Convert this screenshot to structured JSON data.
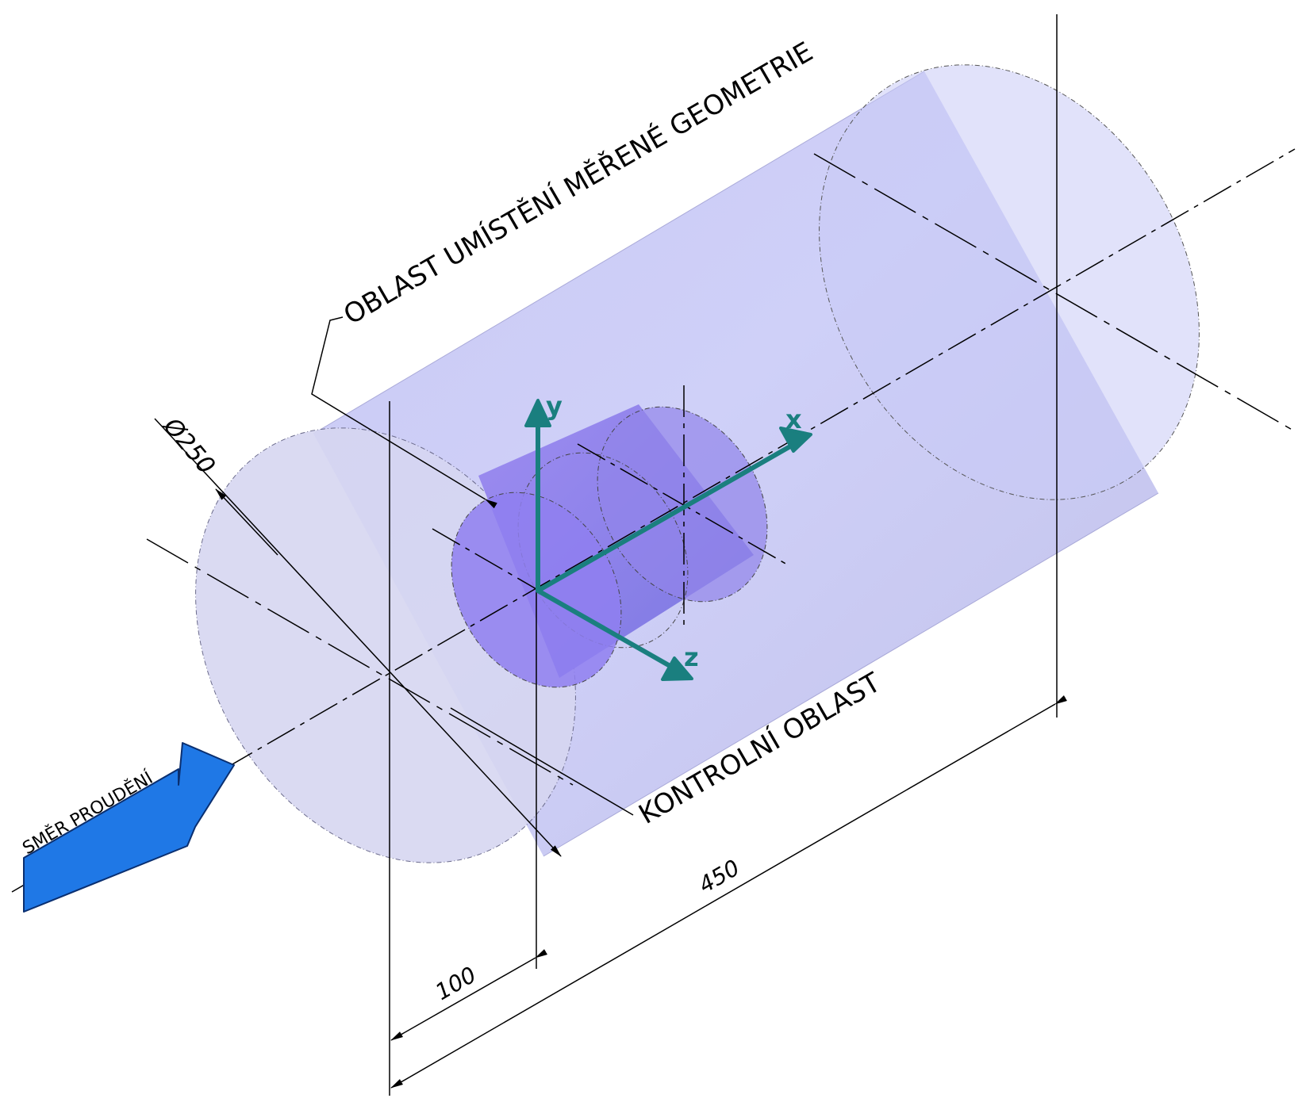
{
  "labels": {
    "measured_region": "OBLAST UMÍSTĚNÍ MĚŘENÉ GEOMETRIE",
    "control_region": "KONTROLNÍ OBLAST",
    "flow_direction": "SMĚR PROUDĚNÍ"
  },
  "dimensions": {
    "diameter": "Ø250",
    "offset": "100",
    "length": "450"
  },
  "axes": {
    "x": "x",
    "y": "y",
    "z": "z"
  },
  "colors": {
    "outer_cylinder": "#c8c8f2",
    "inner_cylinder": "#8c7fe8",
    "axes": "#1a7f7f",
    "flow_arrow": "#1f78e6",
    "lines": "#000000"
  }
}
